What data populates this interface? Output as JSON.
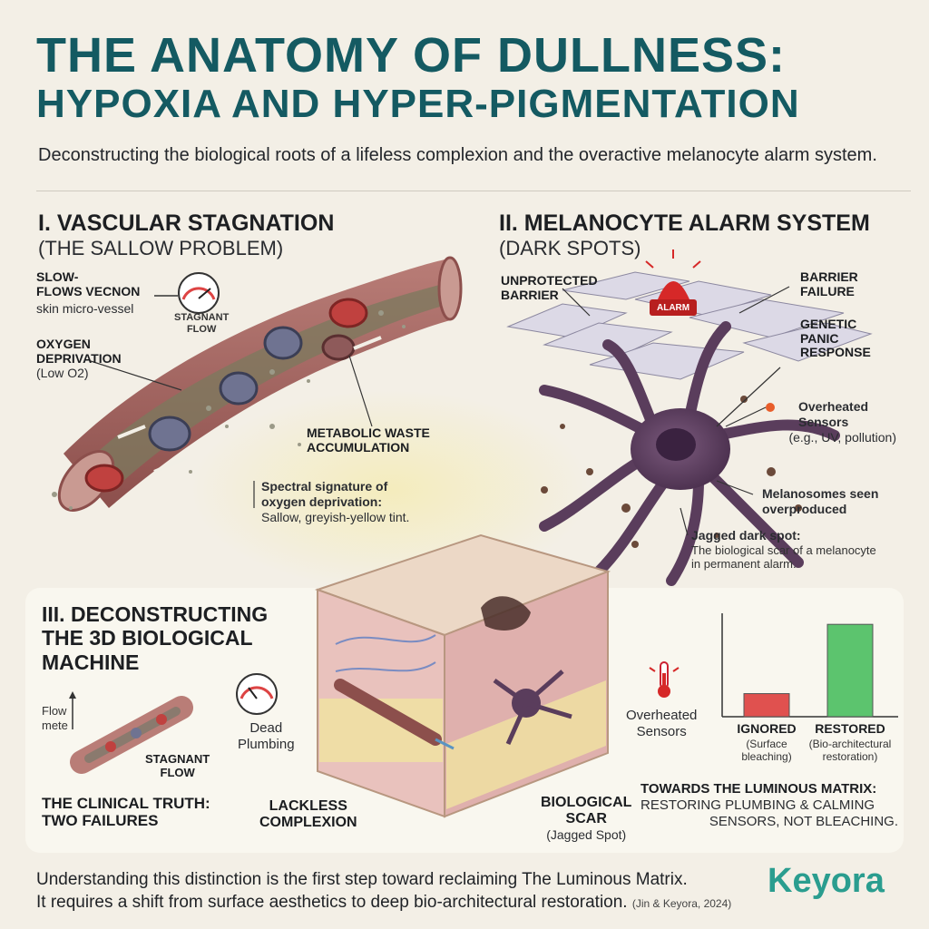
{
  "title": {
    "line1": "THE ANATOMY OF DULLNESS:",
    "line2": "HYPOXIA AND HYPER-PIGMENTATION"
  },
  "subtitle": "Deconstructing the biological roots of a lifeless complexion and the overactive melanocyte alarm system.",
  "section1": {
    "heading": "I. VASCULAR STAGNATION",
    "subheading": "(THE SALLOW PROBLEM)",
    "vessel_label_1": "SLOW-",
    "vessel_label_2": "FLOWS VECNON",
    "vessel_label_3": "skin micro-vessel",
    "gauge_label_1": "STAGNANT",
    "gauge_label_2": "FLOW",
    "oxygen_1": "OXYGEN",
    "oxygen_2": "DEPRIVATION",
    "oxygen_3": "(Low O2)",
    "waste_1": "METABOLIC WASTE",
    "waste_2": "ACCUMULATION",
    "spectral_1": "Spectral signature of",
    "spectral_2": "oxygen deprivation:",
    "spectral_3": "Sallow, greyish-yellow tint."
  },
  "section2": {
    "heading": "II. MELANOCYTE ALARM SYSTEM",
    "subheading": "(DARK SPOTS)",
    "unprotected_1": "UNPROTECTED",
    "unprotected_2": "BARRIER",
    "alarm": "ALARM",
    "barrier_1": "BARRIER",
    "barrier_2": "FAILURE",
    "genetic_1": "GENETIC",
    "genetic_2": "PANIC",
    "genetic_3": "RESPONSE",
    "overheated_1": "Overheated",
    "overheated_2": "Sensors",
    "overheated_3": "(e.g., UV, pollution)",
    "melanosomes_1": "Melanosomes seen",
    "melanosomes_2": "overproduced",
    "jagged_1": "Jagged dark spot:",
    "jagged_2": "The biological scar of a melanocyte",
    "jagged_3": "in permanent alarm."
  },
  "section3": {
    "heading_1": "III. DECONSTRUCTING",
    "heading_2": "THE 3D BIOLOGICAL",
    "heading_3": "MACHINE",
    "flow_1": "Flow",
    "flow_2": "mete",
    "stagnant_1": "STAGNANT",
    "stagnant_2": "FLOW",
    "truth_1": "THE CLINICAL TRUTH:",
    "truth_2": "TWO FAILURES",
    "dead_1": "Dead",
    "dead_2": "Plumbing",
    "lackless_1": "LACKLESS",
    "lackless_2": "COMPLEXION",
    "scar_1": "BIOLOGICAL",
    "scar_2": "SCAR",
    "scar_3": "(Jagged Spot)",
    "sensors_1": "Overheated",
    "sensors_2": "Sensors",
    "towards_1": "TOWARDS THE LUMINOUS MATRIX:",
    "towards_2": "RESTORING PLUMBING & CALMING",
    "towards_3": "SENSORS, NOT BLEACHING."
  },
  "chart_data": {
    "type": "bar",
    "categories": [
      "IGNORED",
      "RESTORED"
    ],
    "category_notes": [
      "(Surface bleaching)",
      "(Bio-architectural restoration)"
    ],
    "category_notes_lines": [
      [
        "(Surface",
        "bleaching)"
      ],
      [
        "(Bio-architectural",
        "restoration)"
      ]
    ],
    "values": [
      0.25,
      1.0
    ],
    "colors": [
      "#e0514f",
      "#5cc46e"
    ],
    "ylim": [
      0,
      1.1
    ],
    "title": "",
    "xlabel": "",
    "ylabel": ""
  },
  "footer": {
    "line1": "Understanding this distinction is the first step toward reclaiming The Luminous Matrix.",
    "line2": "It requires a shift from surface aesthetics to deep bio-architectural restoration.",
    "citation": "(Jin & Keyora, 2024)",
    "logo": "Keyora"
  },
  "colors": {
    "title": "#145a62",
    "accent": "#2a9d8f",
    "alarm": "#d62828"
  }
}
